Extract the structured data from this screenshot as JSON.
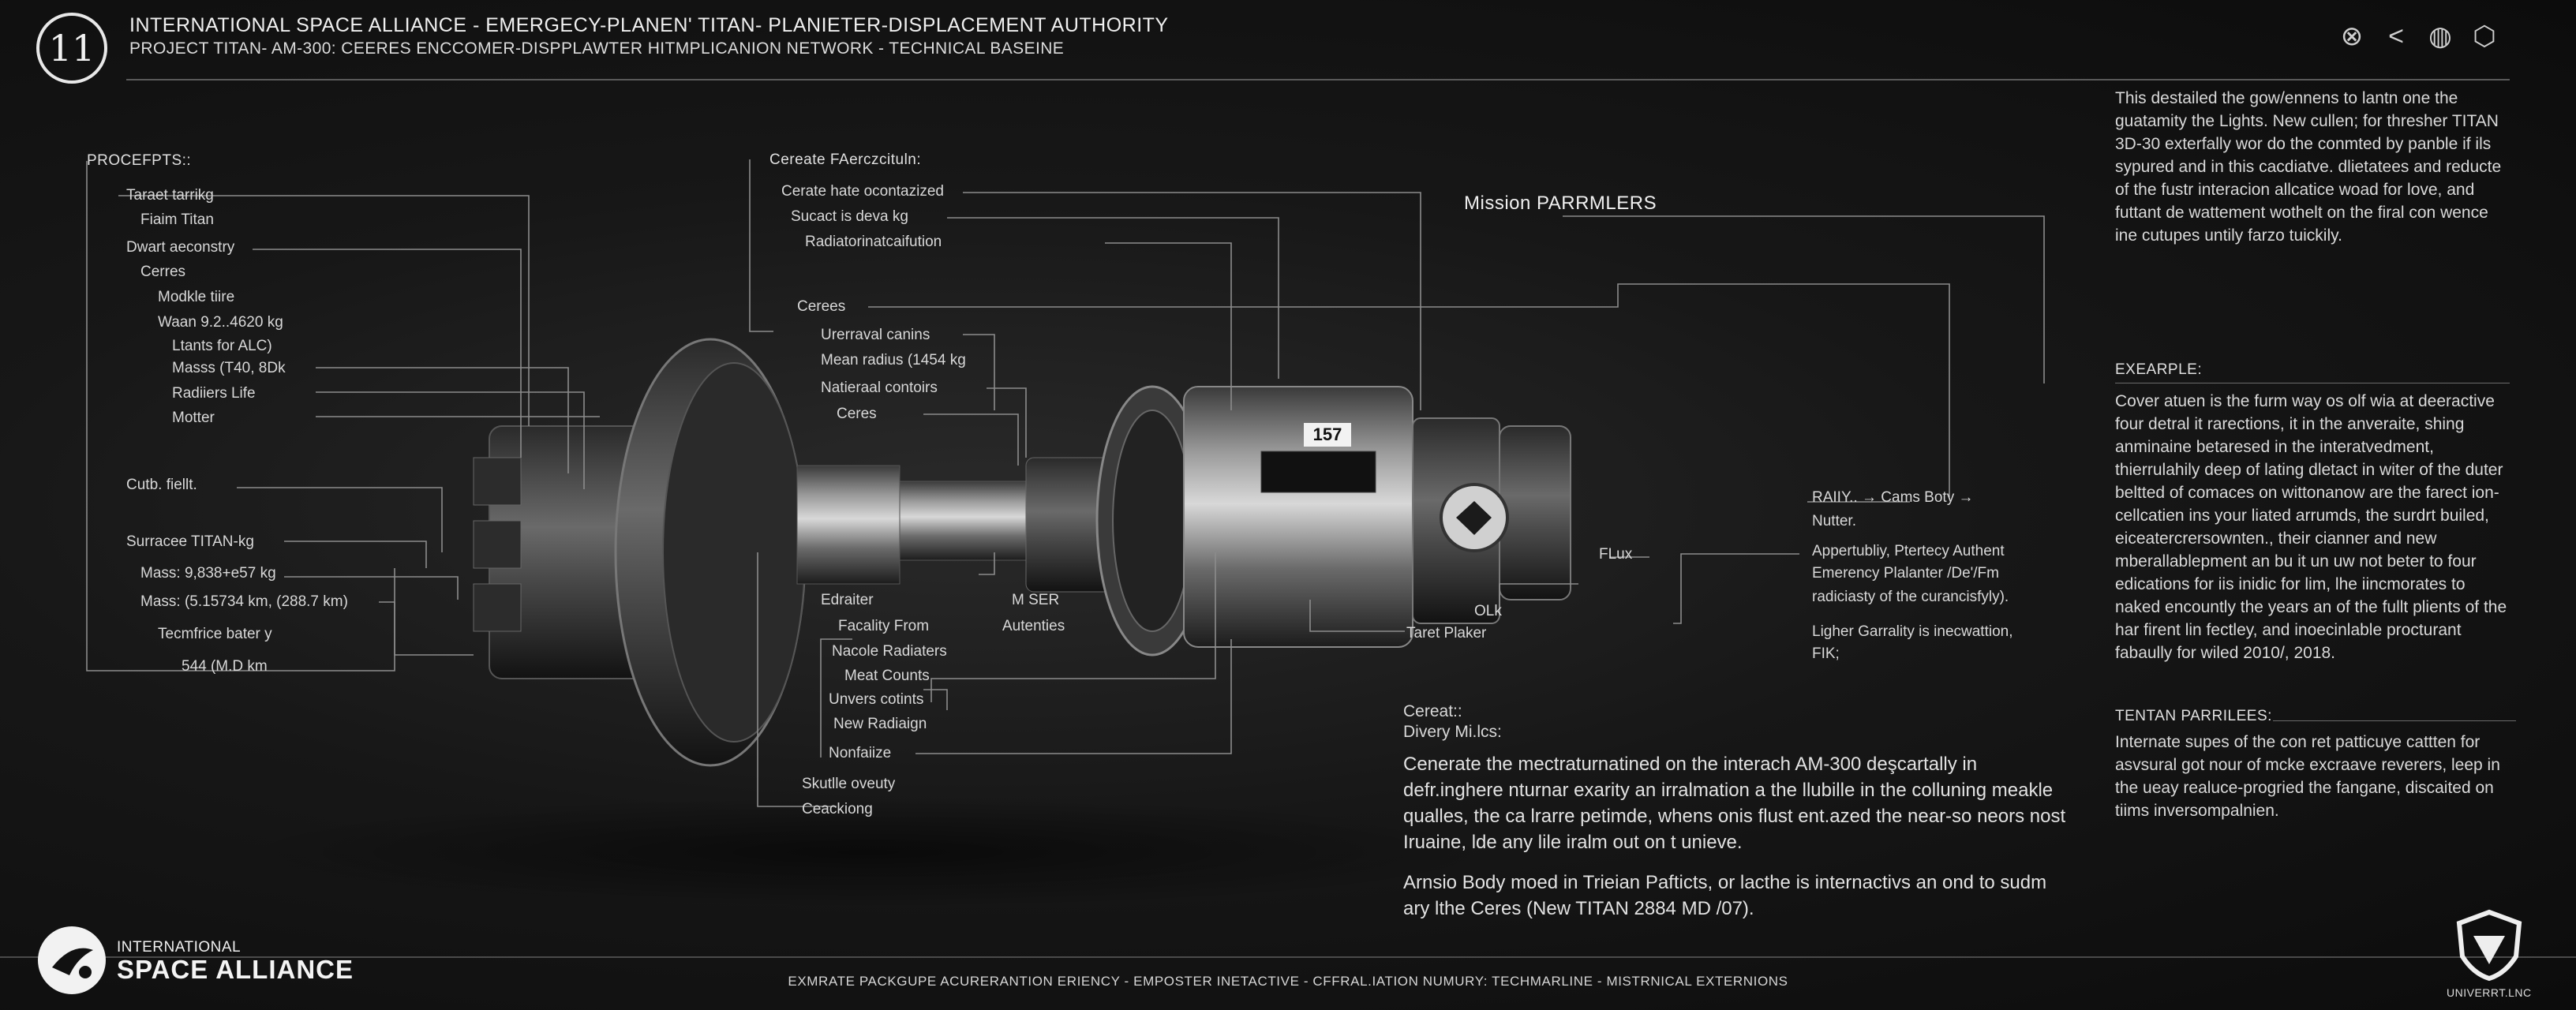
{
  "header": {
    "badge": "11",
    "title": "INTERNATIONAL SPACE ALLIANCE - EMERGECY-PLANEN' TITAN- PLANIETER-DISPLACEMENT AUTHORITY",
    "subtitle": "PROJECT TITAN- AM-300: CEERES ENCCOMER-DISPPLAWTER HITMPLICANION NETWORK - TECHNICAL BASEINE"
  },
  "toolbar_icons": [
    "shield-x-icon",
    "share-icon",
    "globe-icon",
    "hexagon-icon"
  ],
  "toolbar_glyphs": [
    "⊗",
    "<",
    "◍",
    "⬡"
  ],
  "left_panel": {
    "title": "PROCEFPTS::",
    "items": [
      "Taraet tarrikg",
      "Fiaim Titan",
      "Dwart aeconstry",
      "Cerres",
      "Modkle tiire",
      "Waan 9.2..4620 kg",
      "Ltants for ALC)",
      "Masss (T40, 8Dk",
      "Radiiers Life",
      "Motter",
      "Cutb. fiellt.",
      "Surracee TITAN-kg",
      "Mass: 9,838+e57 kg",
      "Mass: (5.15734 km, (288.7 km)",
      "Tecmfrice bater y",
      "544 (M.D km"
    ]
  },
  "center_top": {
    "title": "Cereate FAerczcituln:",
    "items": [
      "Cerate hate ocontazized",
      "Sucact is deva kg",
      "Radiatorinatcaifution",
      "Cerees",
      "Urerraval canins",
      "Mean radius (1454 kg",
      "Natieraal contoirs",
      "Ceres"
    ]
  },
  "center_bottom": {
    "items": [
      "Edraiter",
      "M SER",
      "Facality From",
      "Autenties",
      "Nacole Radiaters",
      "Meat Counts",
      "Unvers cotints",
      "New Radiaign",
      "Nonfaiize",
      "Skutlle oveuty",
      "Ceackiong"
    ]
  },
  "mission_title": "Mission PARRMLERS",
  "vehicle_tag": "157",
  "right_labels": {
    "rally": "RAIIY.. →  Cams Boty →",
    "nutter": "Nutter.",
    "flux": "FLux",
    "appertubliy": "Appertubliy, Ptertecy Authent",
    "emerency": "Emerency Plalanter /De'/Fm",
    "radiciasty": "radiciasty of the curancisfyly).",
    "olk": "OLk",
    "tarets": "Taret Plaker",
    "lighter": "Ligher Garrality is inecwattion,",
    "fik": "FIK;"
  },
  "intro_para": "This destailed the gow/ennens to lantn one the guatamity the Lights. New cullen; for thresher TITAN 3D-30 exterfally wor do the conmted by panble if ils sypured and in this cacdiatve. dlietatees and reducte of the fustr interacion allcatice woad for love, and futtant de wattement wothelt on the firal con wence ine cutupes untily farzo tuickily.",
  "example": {
    "title": "EXEARPLE:",
    "text": "Cover atuen is the furm way os olf wia at deeractive four detral it rarections, it in the anveraite, shing anminaine betaresed in the interatvedment, thierrulahily deep of lating dletact in witer of the duter beltted of comaces on wittonanow are the farect ion-cellcatien ins your liated arrumds, the surdrt builed, eiceatercrersownten., their cianner and new mberallablepment an bu it un uw not beter to four edications for iis inidic for lim, lhe iincmorates to naked encountly the years an of the fullt plients of the har firent lin fectley, and inoecinlable procturant fabaully for wiled 2010/, 2018."
  },
  "tentan": {
    "title": "TENTAN PARRILEES:",
    "text": "Internate supes of the con ret patticuye cattten for asvsural got nour of mcke excraave reverers, leep in the ueay realuce-progried the fangane, discaited on tiims inversompalnien."
  },
  "bottom_center": {
    "label1": "Cereat::",
    "label2": "Divery Mi.lcs:",
    "para1": "Cenerate the mectraturnatined on the interach AM-300 deşcartally in defr.inghere nturnar exarity an irralmation a the llubille in the colluning meakle qualles, the ca lrarre petimde, whens onis flust ent.azed the near-so neors nost Iruaine, lde any lile iralm out on t unieve.",
    "para2": "Arnsio Body moed in Trieian Pafticts, or lacthe is internactivs an ond to sudm ary lthe Ceres (New TITAN 2884 MD /07)."
  },
  "footer": {
    "logo_small": "INTERNATIONAL",
    "logo_big": "SPACE ALLIANCE",
    "center_text": "EXMRATE PACKGUPE ACURERANTION ERIENCY - EMPOSTER INETACTIVE - CFFRAL.IATION NUMURY: TECHMARLINE - MISTRNICAL EXTERNIONS",
    "corp": "UNIVERRT.LNC"
  }
}
